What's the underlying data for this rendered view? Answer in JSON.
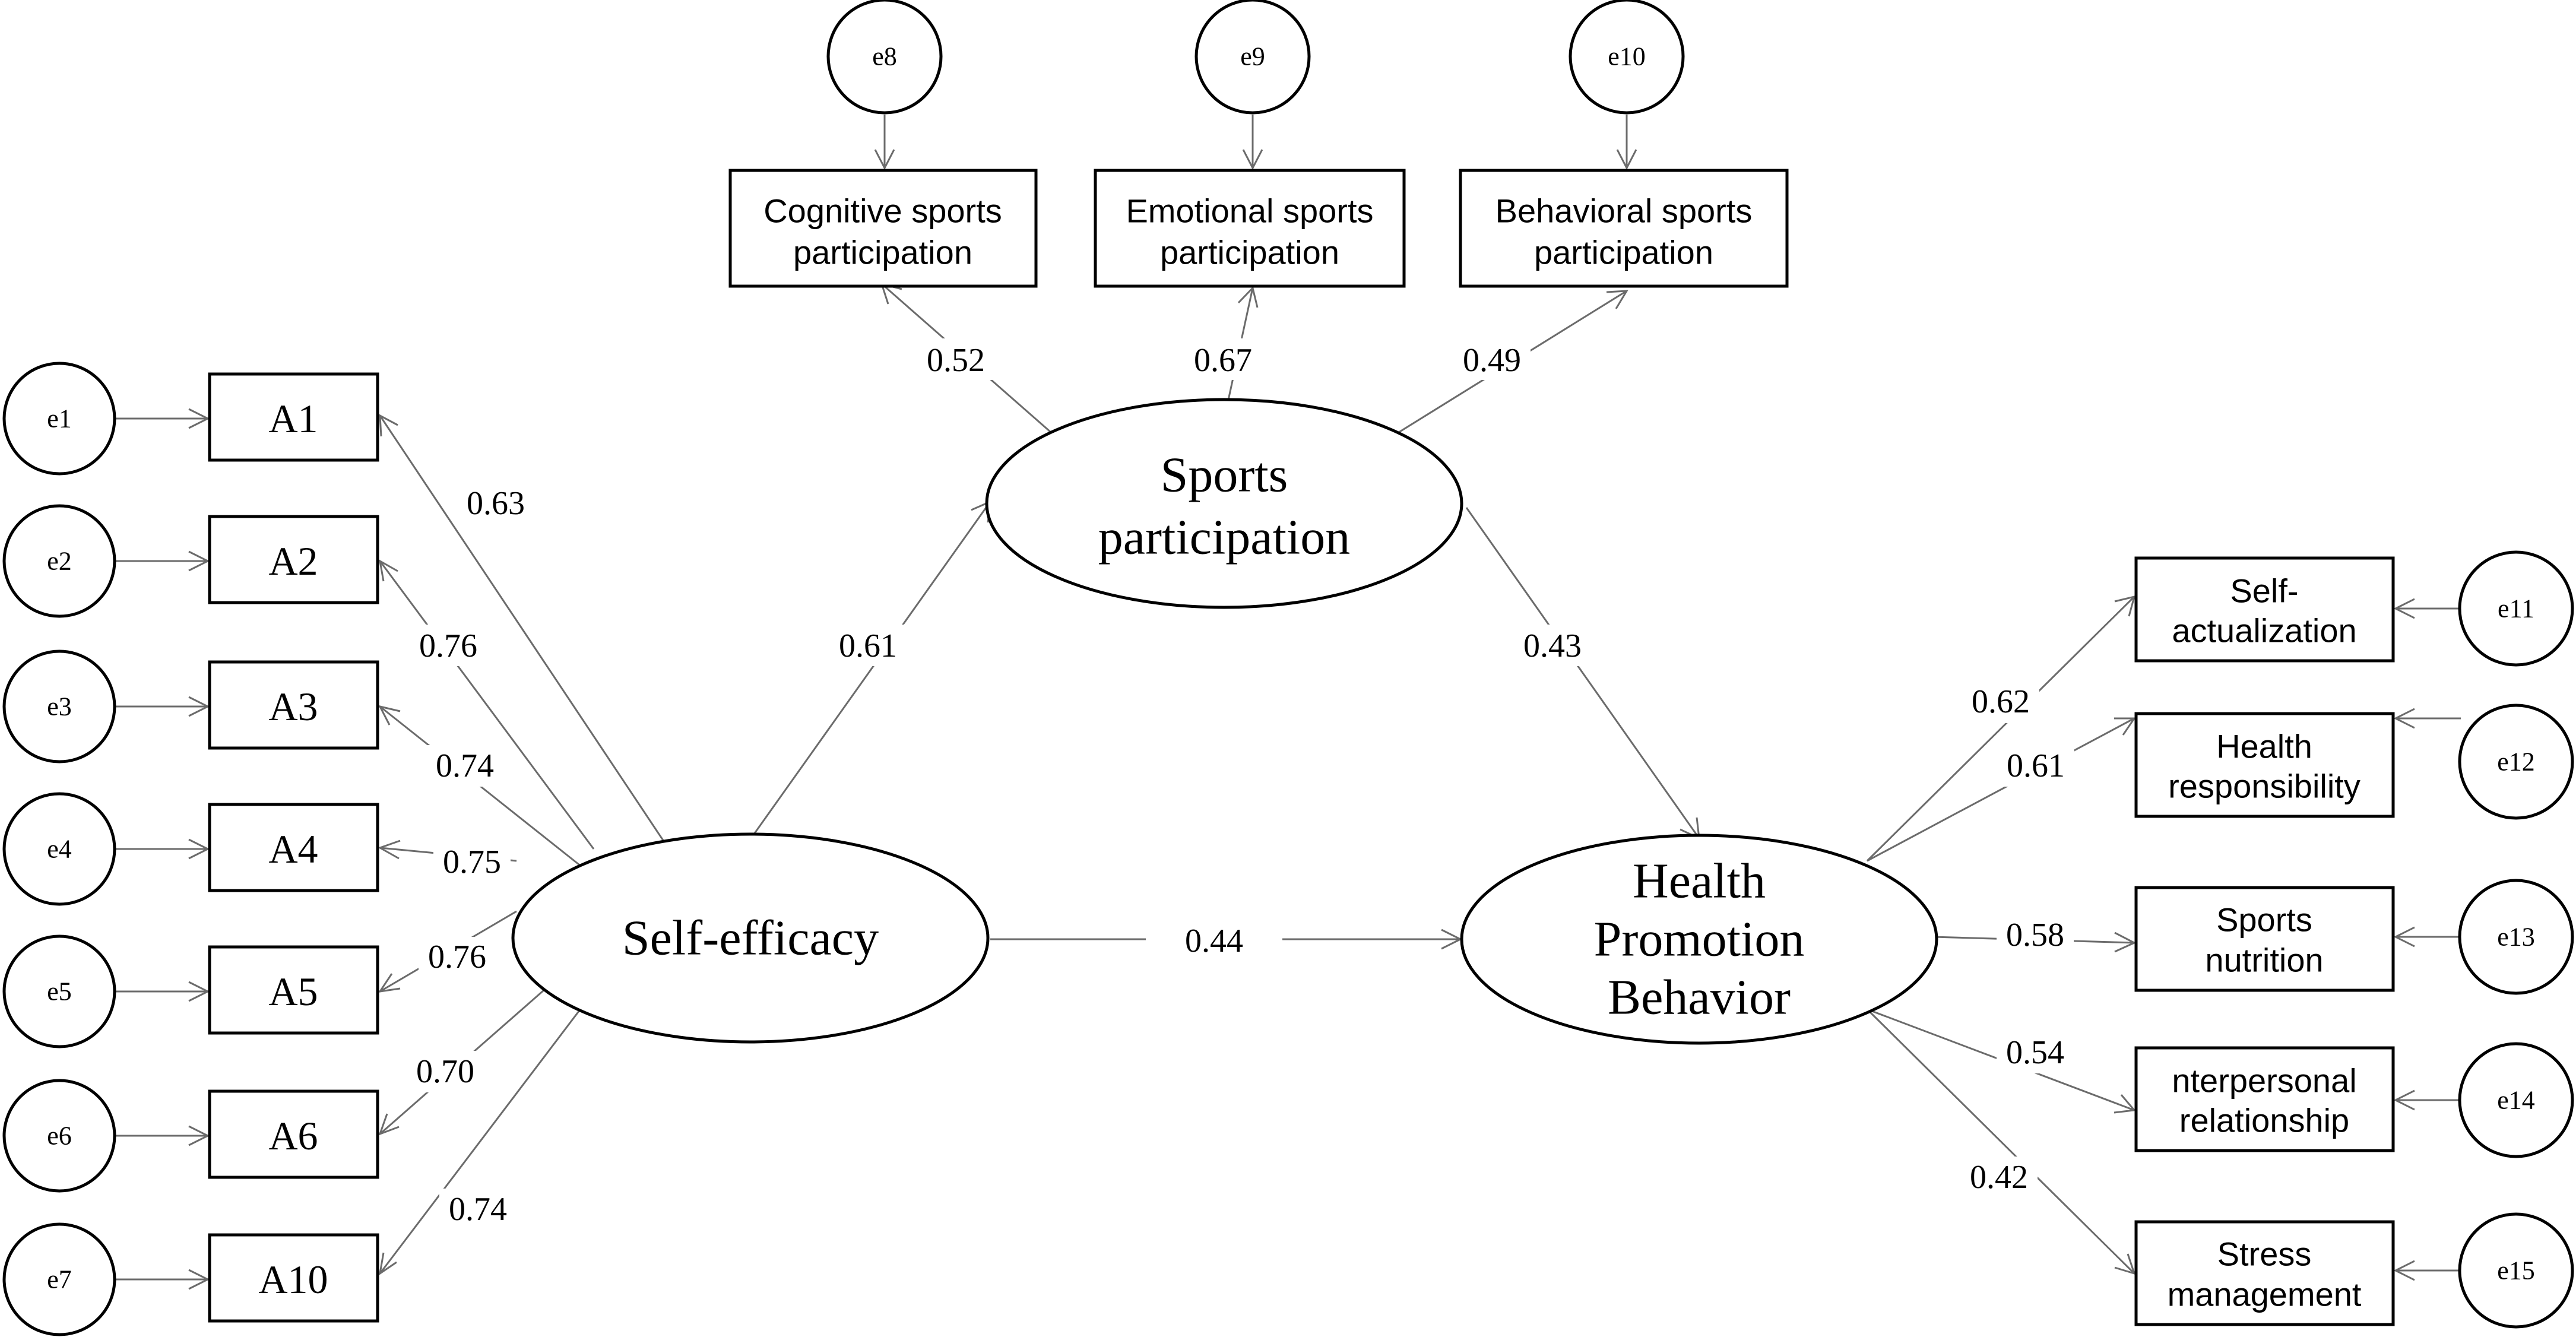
{
  "latent": {
    "self_efficacy": "Self-efficacy",
    "sports_participation": [
      "Sports",
      "participation"
    ],
    "health_promotion": [
      "Health",
      "Promotion",
      "Behavior"
    ]
  },
  "errors": {
    "e1": "e1",
    "e2": "e2",
    "e3": "e3",
    "e4": "e4",
    "e5": "e5",
    "e6": "e6",
    "e7": "e7",
    "e8": "e8",
    "e9": "e9",
    "e10": "e10",
    "e11": "e11",
    "e12": "e12",
    "e13": "e13",
    "e14": "e14",
    "e15": "e15"
  },
  "indicators": {
    "A1": "A1",
    "A2": "A2",
    "A3": "A3",
    "A4": "A4",
    "A5": "A5",
    "A6": "A6",
    "A10": "A10",
    "cognitive": [
      "Cognitive sports",
      "participation"
    ],
    "emotional": [
      "Emotional sports",
      "participation"
    ],
    "behavioral": [
      "Behavioral sports",
      "participation"
    ],
    "self_actualization": [
      "Self-",
      "actualization"
    ],
    "health_responsibility": [
      "Health",
      "responsibility"
    ],
    "sports_nutrition": [
      "Sports",
      "nutrition"
    ],
    "interpersonal": [
      "nterpersonal",
      "relationship"
    ],
    "stress": [
      "Stress",
      "management"
    ]
  },
  "coefficients": {
    "A1": "0.63",
    "A2": "0.76",
    "A3": "0.74",
    "A4": "0.75",
    "A5": "0.76",
    "A6": "0.70",
    "A10": "0.74",
    "cognitive": "0.52",
    "emotional": "0.67",
    "behavioral": "0.49",
    "se_to_sp": "0.61",
    "sp_to_hpb": "0.43",
    "se_to_hpb": "0.44",
    "self_actualization": "0.62",
    "health_responsibility": "0.61",
    "sports_nutrition": "0.58",
    "interpersonal": "0.54",
    "stress": "0.42"
  }
}
